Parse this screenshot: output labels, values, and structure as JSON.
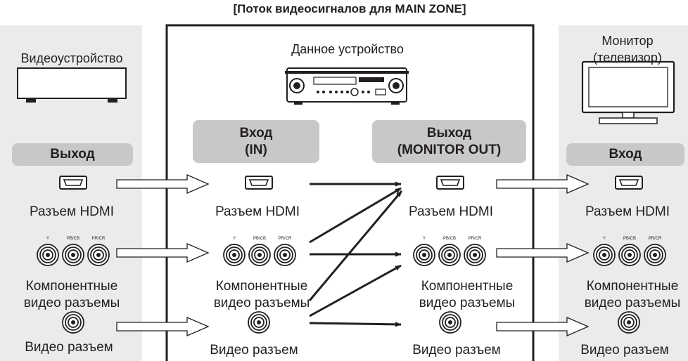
{
  "title": "[Поток видеосигналов для MAIN ZONE]",
  "source": {
    "device_label": "Видеоустройство",
    "header": "Выход"
  },
  "unit": {
    "device_label": "Данное устройство",
    "input_header": "Вход\n(IN)",
    "output_header": "Выход\n(MONITOR OUT)"
  },
  "monitor": {
    "device_label": "Монитор\n(телевизор)",
    "header": "Вход"
  },
  "labels": {
    "hdmi": "Разъем HDMI",
    "component": "Компонентные\nвидео разъемы",
    "video": "Видео разъем",
    "y": "Y",
    "pb": "PB/CB",
    "pr": "PR/CR"
  },
  "colors": {
    "panel": "#ebebeb",
    "header": "#c8c8c8",
    "line": "#231f20"
  }
}
